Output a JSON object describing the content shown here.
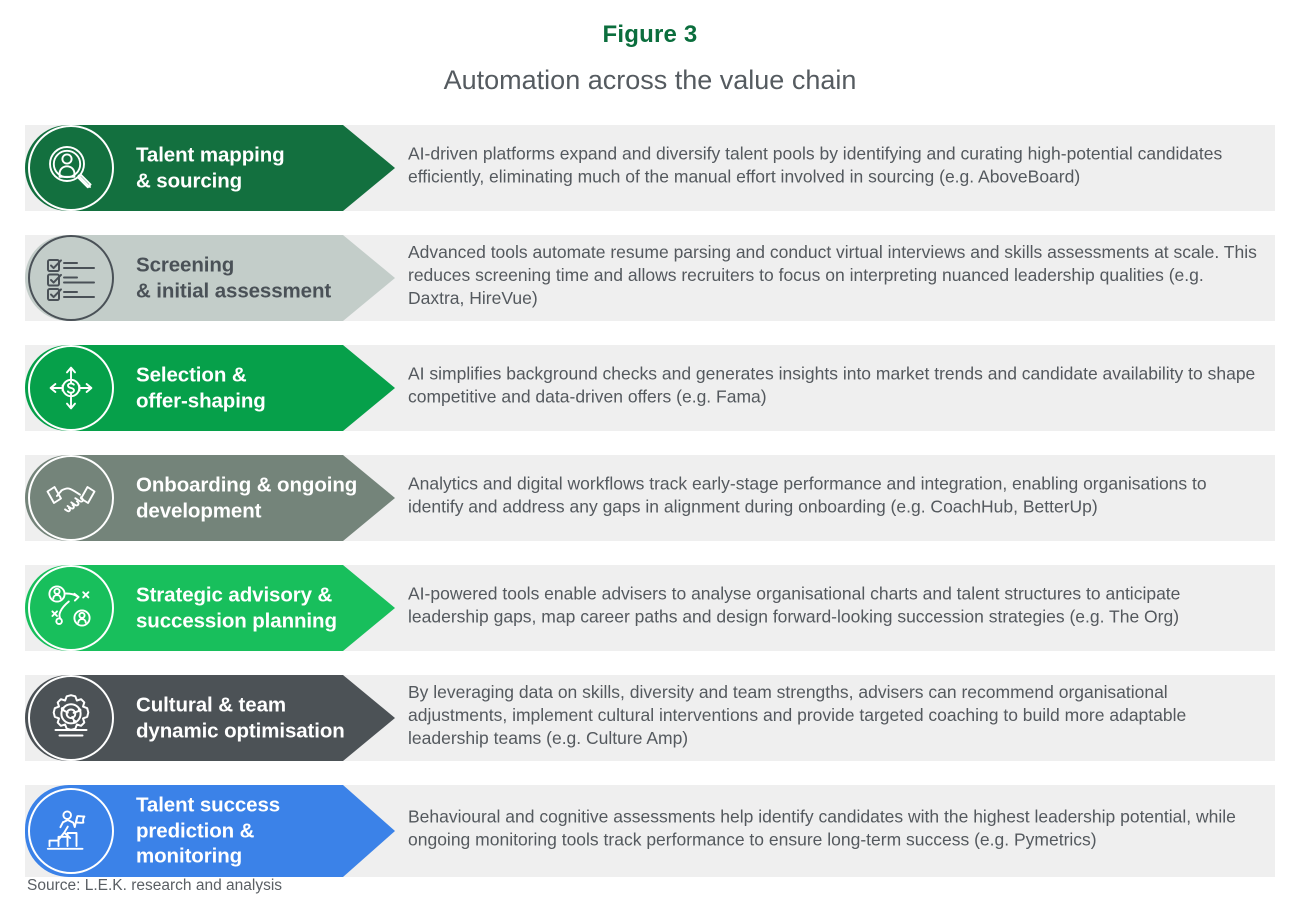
{
  "header": {
    "figure_label": "Figure 3",
    "title": "Automation across the value chain"
  },
  "source": "Source: L.E.K. research and analysis",
  "colors": {
    "figure_label": "#0b6e3d",
    "title": "#555b60",
    "band": "#efefef",
    "desc_text": "#54595e"
  },
  "rows": [
    {
      "icon": "person-magnifier-icon",
      "stage": "Talent mapping\n& sourcing",
      "color": "#13703f",
      "text_color": "#ffffff",
      "description": "AI-driven platforms expand and diversify talent pools by identifying and curating high-potential candidates efficiently, eliminating much of the manual effort involved in sourcing (e.g. AboveBoard)"
    },
    {
      "icon": "checklist-icon",
      "stage": "Screening\n& initial assessment",
      "color": "#c3cdc9",
      "text_color": "#4a5157",
      "description": "Advanced tools automate resume parsing and conduct virtual interviews and skills assessments at scale. This reduces screening time and allows recruiters to focus on interpreting nuanced leadership qualities (e.g. Daxtra, HireVue)"
    },
    {
      "icon": "money-arrows-icon",
      "stage": "Selection &\noffer-shaping",
      "color": "#06a04a",
      "text_color": "#ffffff",
      "description": "AI simplifies background checks and generates insights into market trends and candidate availability to shape competitive and data-driven offers (e.g. Fama)"
    },
    {
      "icon": "handshake-icon",
      "stage": "Onboarding & ongoing\ndevelopment",
      "color": "#74847a",
      "text_color": "#ffffff",
      "description": "Analytics and digital workflows track early-stage performance and integration, enabling organisations to identify and address any gaps in alignment during onboarding (e.g. CoachHub, BetterUp)"
    },
    {
      "icon": "succession-strategy-icon",
      "stage": "Strategic advisory &\nsuccession planning",
      "color": "#18bf5c",
      "text_color": "#ffffff",
      "description": "AI-powered tools enable advisers to analyse organisational charts and talent structures to anticipate leadership gaps, map career paths and design forward-looking succession strategies (e.g. The Org)"
    },
    {
      "icon": "gear-network-icon",
      "stage": "Cultural & team\ndynamic optimisation",
      "color": "#4c5256",
      "text_color": "#ffffff",
      "description": "By leveraging data on skills, diversity and team strengths, advisers can recommend organisational adjustments, implement cultural interventions and provide targeted coaching to build more adaptable leadership teams (e.g. Culture Amp)"
    },
    {
      "icon": "person-flag-steps-icon",
      "stage": "Talent success\nprediction &\nmonitoring",
      "color": "#3b82e8",
      "text_color": "#ffffff",
      "description": "Behavioural and cognitive assessments help identify candidates with the highest leadership potential, while ongoing monitoring tools track performance to ensure long-term success (e.g. Pymetrics)"
    }
  ]
}
